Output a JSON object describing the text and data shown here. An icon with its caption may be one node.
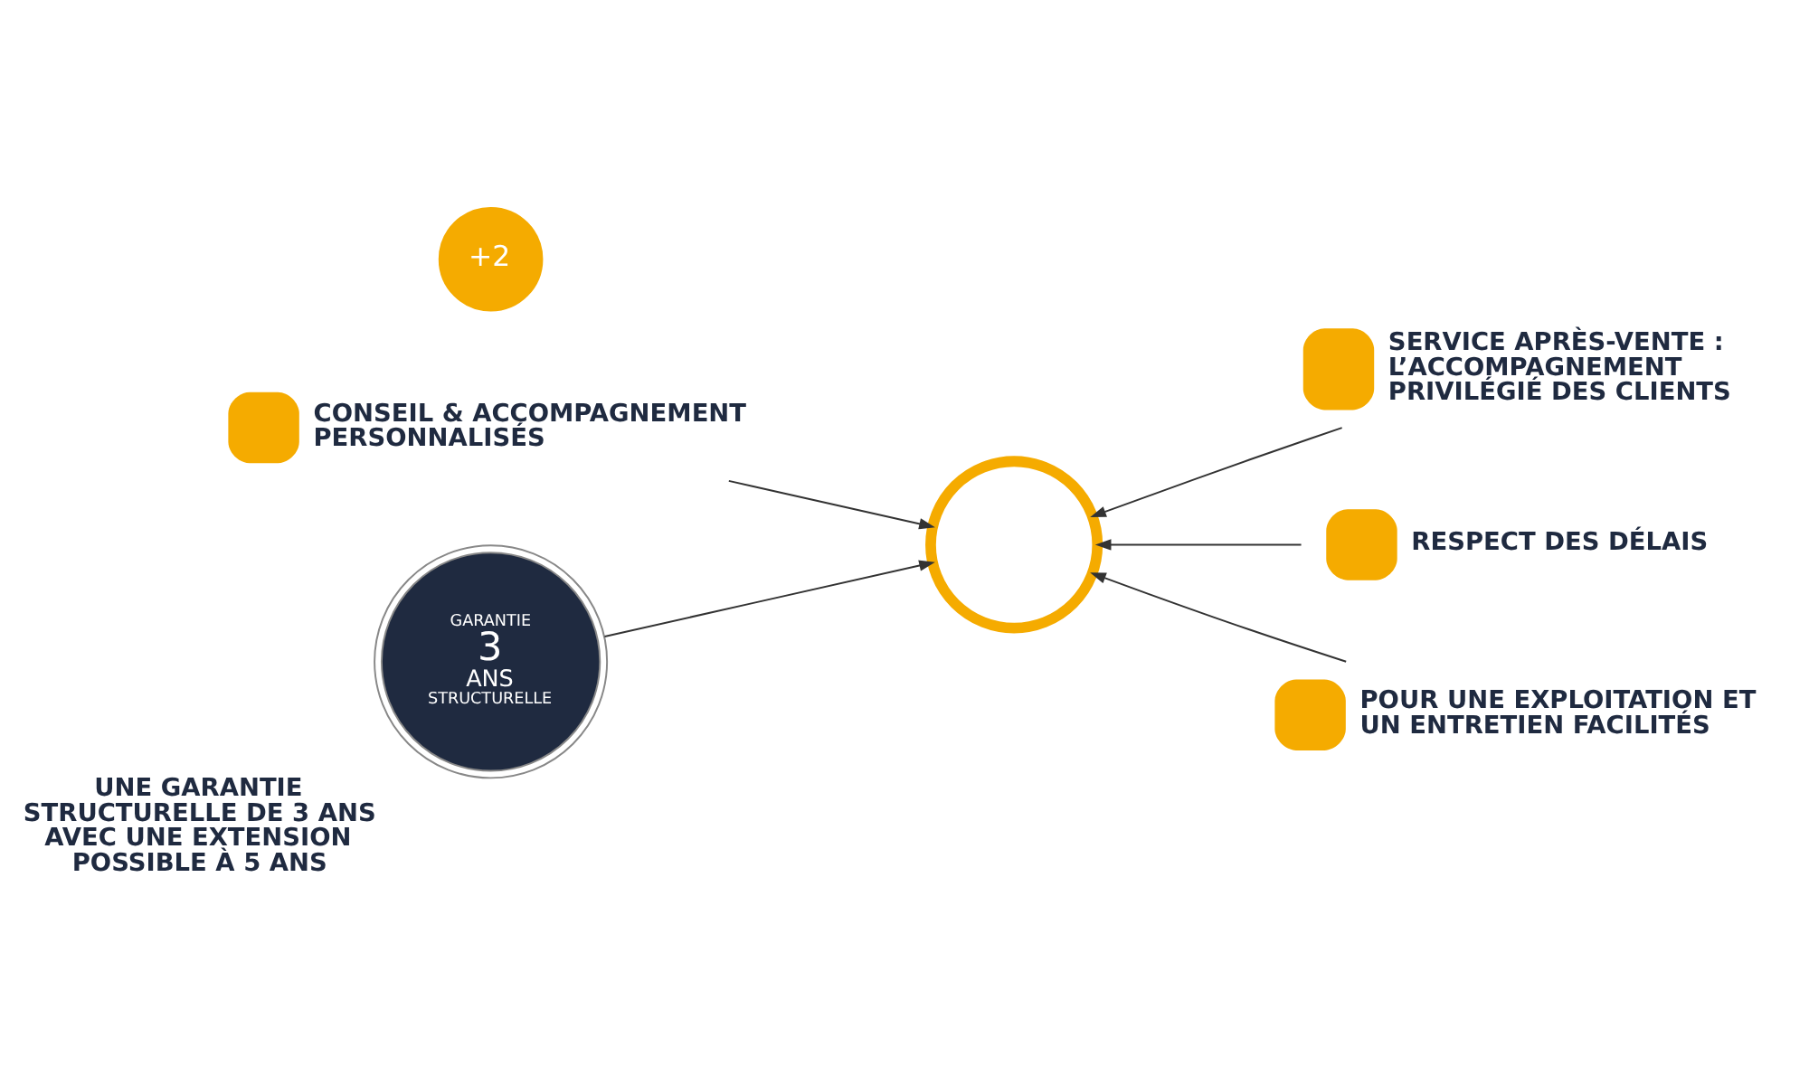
{
  "diagram": {
    "nodes": [
      {
        "text": [],
        "shape": "person"
      },
      {
        "text": [
          "CONSEIL & ACCOMPAGNEMENT PERSONNALISÉS"
        ]
      },
      {
        "text": [
          "SERVICE APRÈS-VENTE : L’ACCOMPAGNEMENT PRIVILÉGIÉ DES CLIENTS"
        ]
      },
      {
        "text": [
          "RESPECT DES DÉLAIS"
        ]
      },
      {
        "text": [
          "POUR UNE EXPLOITATION ET UN ENTRETIEN FACILITÉS"
        ]
      },
      {
        "text": [
          "GARANTIE",
          "3",
          "ANS",
          "STRUCTURELLE"
        ],
        "beside": [
          "UNE GARANTIE STRUCTURELLE DE 3 ANS AVEC UNE EXTENSION POSSIBLE À 5 ANS"
        ]
      },
      {
        "text": [
          "+2"
        ]
      }
    ],
    "edges": [
      {
        "from": 1,
        "to": 0,
        "arrow": "to"
      },
      {
        "from": 2,
        "to": 0,
        "arrow": "to"
      },
      {
        "from": 3,
        "to": 0,
        "arrow": "to"
      },
      {
        "from": 4,
        "to": 0,
        "arrow": "to"
      },
      {
        "from": 5,
        "to": 0,
        "arrow": "to"
      }
    ]
  }
}
